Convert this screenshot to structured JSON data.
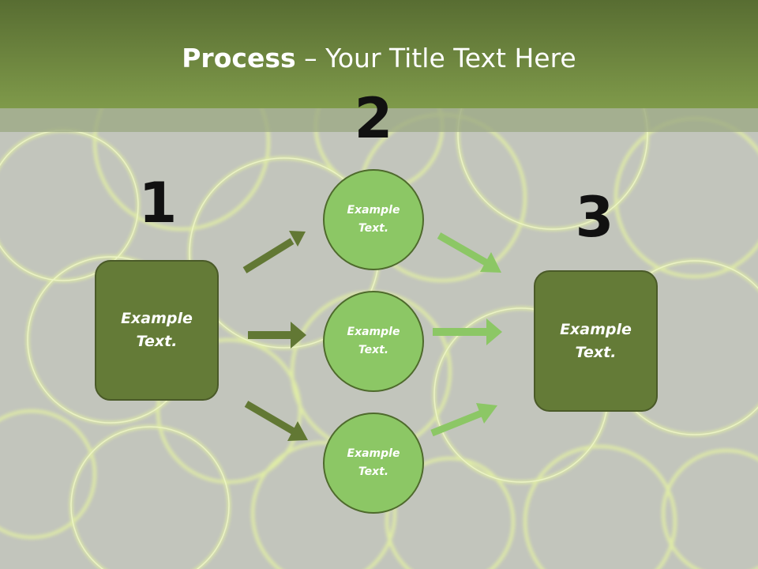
{
  "slide": {
    "title_bold": "Process",
    "title_rest": " – Your Title Text Here"
  },
  "steps": {
    "step1_number": "1",
    "step2_number": "2",
    "step3_number": "3"
  },
  "nodes": {
    "left_box": "Example\nText.",
    "circle_top": "Example\nText.",
    "circle_middle": "Example\nText.",
    "circle_bottom": "Example\nText.",
    "right_box": "Example\nText."
  },
  "colors": {
    "header": "#6b8240",
    "box_fill": "#647b37",
    "circle_fill": "#8cc765",
    "arrow_dark": "#627834",
    "arrow_light": "#8cc765"
  }
}
